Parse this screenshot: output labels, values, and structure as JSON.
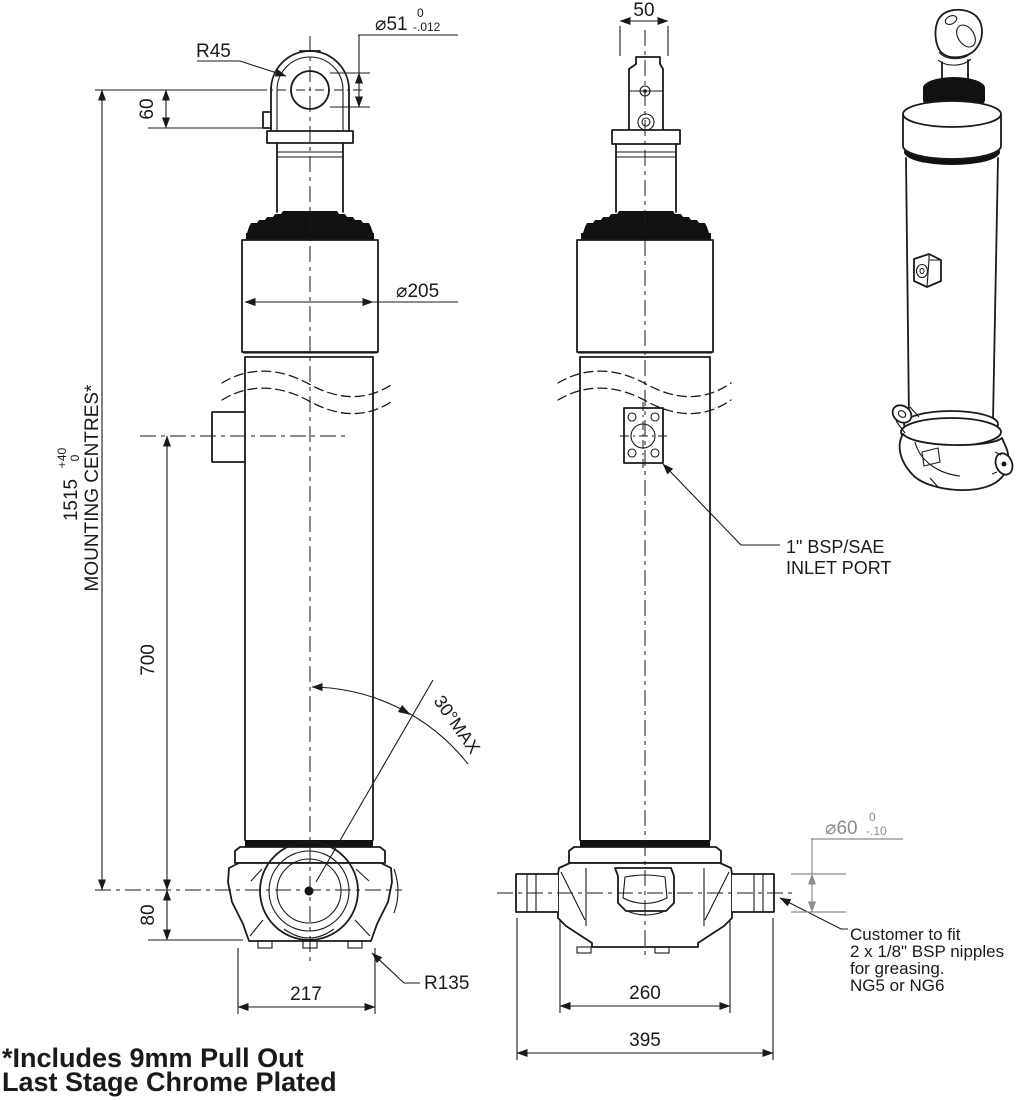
{
  "footer": {
    "line1": "*Includes 9mm Pull Out",
    "line2": "Last Stage Chrome Plated"
  },
  "annotations": {
    "inlet_line1": "1\" BSP/SAE",
    "inlet_line2": "INLET PORT",
    "grease_line1": "Customer to fit",
    "grease_line2": "2 x 1/8\" BSP nipples",
    "grease_line3": "for greasing.",
    "grease_line4": "NG5 or NG6",
    "max_angle": "30°MAX"
  },
  "dims": {
    "rod_eye_radius": "R45",
    "eye_bore": "⌀51",
    "eye_bore_tol_upper": "0",
    "eye_bore_tol_lower": "-.012",
    "eye_offset": "60",
    "mounting_centres": "1515",
    "mounting_centres_tol_upper": "+40",
    "mounting_centres_tol_lower": "0",
    "mounting_centres_label": "MOUNTING CENTRES*",
    "outer_diameter": "⌀205",
    "port_centre_height": "700",
    "trunnion_drop": "80",
    "base_width": "217",
    "base_radius": "R135",
    "eye_width": "50",
    "trunnion_inner_width": "260",
    "trunnion_overall_width": "395",
    "pin_diameter": "⌀60",
    "pin_dia_tol_upper": "0",
    "pin_dia_tol_lower": "-.10"
  },
  "colors": {
    "ink": "#1a1a1a",
    "dim_gray": "#8c8c8c",
    "paper": "#ffffff"
  }
}
